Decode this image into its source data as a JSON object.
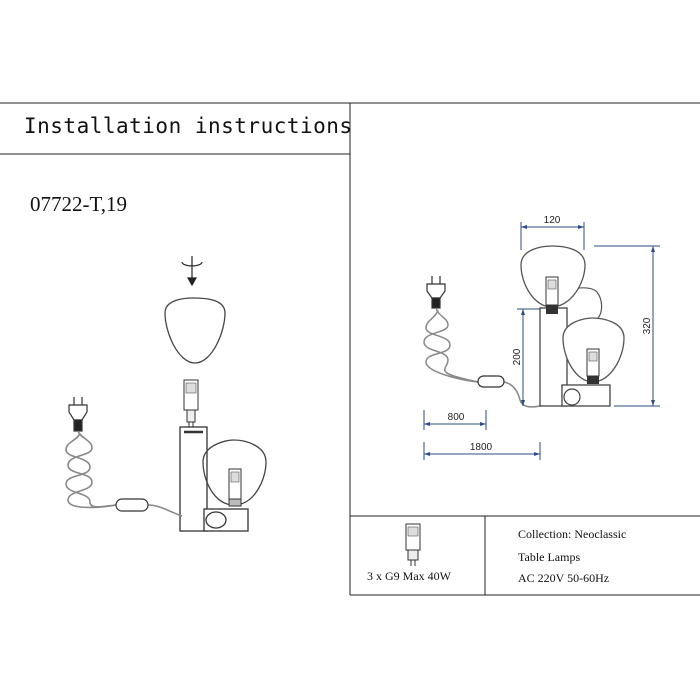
{
  "header": {
    "title": "Installation instructions"
  },
  "product": {
    "model": "07722-T,19"
  },
  "dimensions": {
    "width_top": "120",
    "height_total": "320",
    "height_tall": "200",
    "cord_to_switch": "800",
    "cord_total": "1800"
  },
  "bulb": {
    "spec": "3 x G9 Max 40W"
  },
  "info": {
    "collection": "Collection: Neoclassic",
    "category": "Table Lamps",
    "power": "AC 220V   50-60Hz"
  },
  "colors": {
    "line": "#222222",
    "dimension": "#2b4d86",
    "shade": "#555555"
  }
}
